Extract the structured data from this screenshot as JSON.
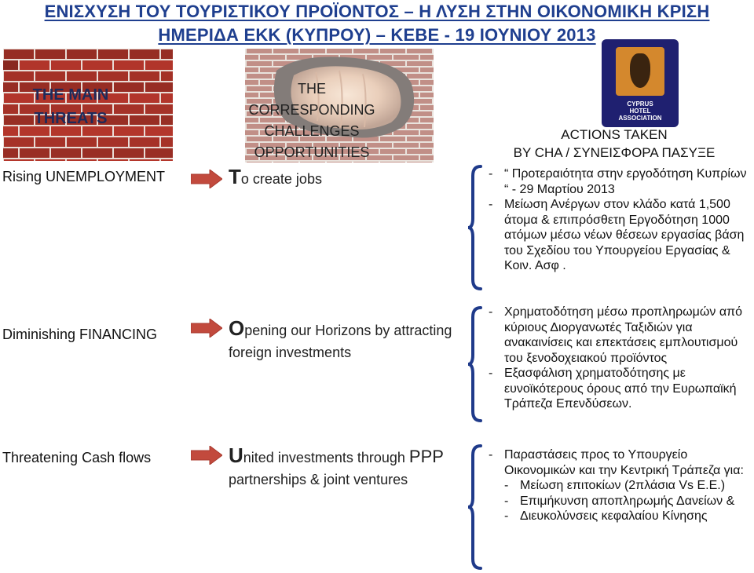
{
  "header": {
    "title_line1": "ΕΝΙΣΧΥΣΗ ΤΟΥ ΤΟΥΡΙΣΤΙΚΟΥ ΠΡΟΪΟΝΤΟΣ – Η ΛΥΣΗ ΣΤΗΝ ΟΙΚΟΝΟΜΙΚΗ ΚΡΙΣΗ",
    "title_line2": "ΗΜΕΡΙΔΑ ΕΚΚ (ΚΥΠΡΟΥ) – ΚΕΒΕ - 19 ΙΟΥΝΙΟΥ 2013"
  },
  "columns": {
    "threats_line1": "THE MAIN",
    "threats_line2": "THREATS",
    "challenges_line1": "THE",
    "challenges_line2": "CORRESPONDING",
    "challenges_line3": "CHALLENGES",
    "challenges_line4": "OPPORTUNITIES",
    "actions_line1": "ACTIONS TAKEN",
    "actions_line2": "BY CHA / ΣΥΝΕΙΣΦΟΡΑ ΠΑΣΥΞΕ"
  },
  "logo": {
    "line1": "CYPRUS",
    "line2": "HOTEL",
    "line3": "ASSOCIATION"
  },
  "rows": [
    {
      "threat": "Rising UNEMPLOYMENT",
      "challenge_initial": "T",
      "challenge_rest": "o create jobs",
      "actions": [
        "“ Προτεραιότητα στην εργοδότηση Κυπρίων “ - 29 Μαρτίου 2013",
        "Μείωση Ανέργων στον κλάδο κατά 1,500 άτομα & επιπρόσθετη Εργοδότηση 1000 ατόμων μέσω νέων θέσεων εργασίας βάση του Σχεδίου του Υπουργείου Εργασίας & Κοιν. Ασφ ."
      ]
    },
    {
      "threat": "Diminishing FINANCING",
      "challenge_initial": "O",
      "challenge_rest": "pening our Horizons by attracting foreign investments",
      "actions": [
        "Χρηματοδότηση μέσω προπληρωμών από κύριους Διοργανωτές Ταξιδιών για ανακαινίσεις και επεκτάσεις εμπλουτισμού του ξενοδοχειακού προϊόντος",
        "Εξασφάλιση χρηματοδότησης με ευνοϊκότερους όρους από την Ευρωπαϊκή Τράπεζα Επενδύσεων."
      ]
    },
    {
      "threat": "Threatening Cash flows",
      "challenge_initial": "U",
      "challenge_rest": "nited investments through",
      "challenge_ppp": "PPP",
      "challenge_line2": "partnerships & joint ventures",
      "action_main": "Παραστάσεις προς το Υπουργείο Οικονομικών και την Κεντρική Τράπεζα για:",
      "sub_actions": [
        "Μείωση επιτοκίων (2πλάσια Vs Ε.Ε.)",
        "Επιμήκυνση αποπληρωμής Δανείων &",
        "Διευκολύνσεις κεφαλαίου Κίνησης"
      ]
    }
  ],
  "colors": {
    "title": "#1f3f8f",
    "arrow_fill": "#c24a3d",
    "bracket": "#1f3a8a",
    "logo_bg": "#1f2070"
  },
  "icons": {
    "arrow": "right-arrow-icon",
    "bracket": "left-brace-icon"
  }
}
